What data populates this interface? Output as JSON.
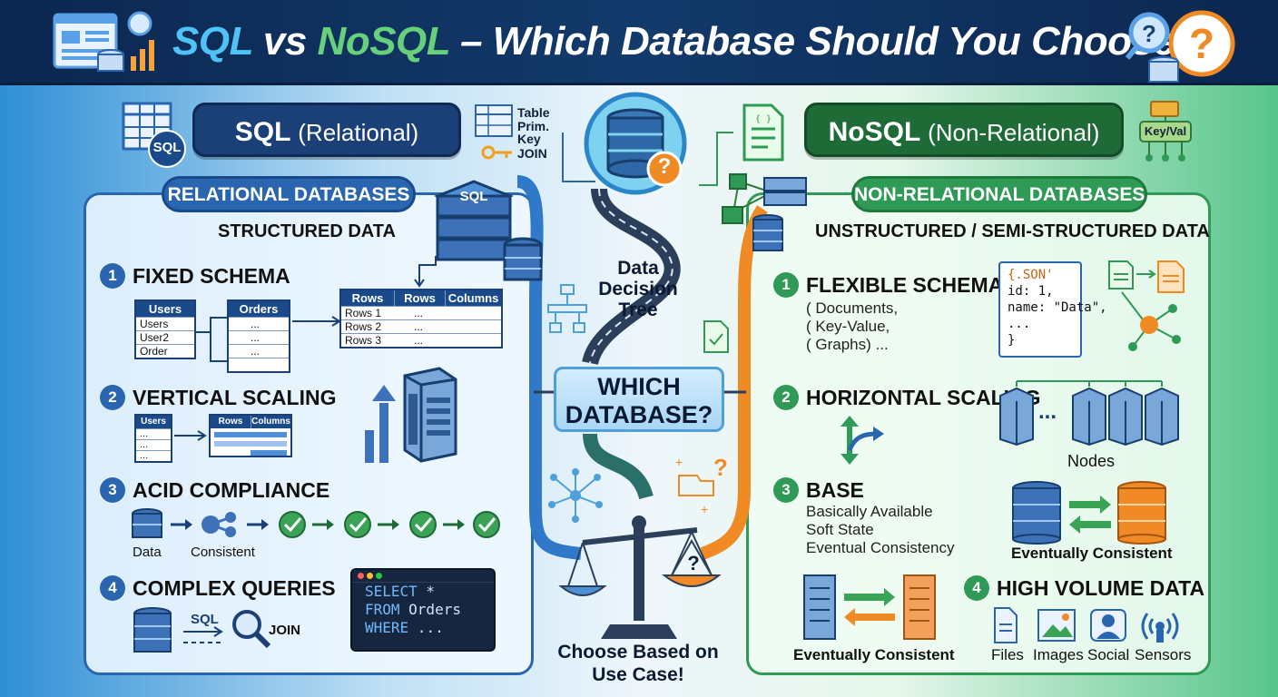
{
  "title": {
    "sql": "SQL",
    "vs": " vs ",
    "nosql": "NoSQL",
    "rest": " – Which Database Should You Choose?"
  },
  "sql_pill": {
    "main": "SQL",
    "sub": "(Relational)"
  },
  "nosql_pill": {
    "main": "NoSQL",
    "sub": "(Non-Relational)"
  },
  "sql_icon_label": "SQL",
  "sql_key_labels": [
    "Table",
    "Prim.",
    "Key",
    "JOIN"
  ],
  "keyval_label": "Key/Val",
  "left": {
    "tag": "RELATIONAL DATABASES",
    "subhead": "STRUCTURED DATA",
    "server_label": "SQL",
    "items": [
      {
        "num": "1",
        "label": "FIXED SCHEMA"
      },
      {
        "num": "2",
        "label": "VERTICAL SCALING"
      },
      {
        "num": "3",
        "label": "ACID COMPLIANCE"
      },
      {
        "num": "4",
        "label": "COMPLEX QUERIES"
      }
    ],
    "users_table": {
      "header": "Users",
      "rows": [
        "Users",
        "User2",
        "Order"
      ]
    },
    "orders_table": {
      "header": "Orders",
      "rows": [
        "...",
        "...",
        "...",
        ""
      ]
    },
    "rows_table": {
      "headers": [
        "Rows",
        "Rows",
        "Columns"
      ],
      "rows": [
        [
          "Rows 1",
          "...",
          ""
        ],
        [
          "Rows 2",
          "...",
          ""
        ],
        [
          "Rows 3",
          "...",
          ""
        ]
      ]
    },
    "small_users": {
      "header": "Users",
      "rows": [
        "...",
        "...",
        "..."
      ]
    },
    "small_rows": {
      "headers": [
        "Rows",
        "Columns"
      ]
    },
    "acid_labels": {
      "data": "Data",
      "consistent": "Consistent"
    },
    "query_labels": {
      "sql": "SQL",
      "join": "JOIN"
    },
    "code": [
      "SELECT *",
      "FROM Orders",
      "WHERE ..."
    ],
    "code_kw": [
      "SELECT",
      "FROM",
      "WHERE"
    ],
    "code_rest": [
      " *",
      " Orders",
      " ..."
    ]
  },
  "center": {
    "decision": "Data Decision Tree",
    "question": "WHICH DATABASE?",
    "choose": "Choose Based on Use Case!",
    "question_mark": "?",
    "scale_mark": "?"
  },
  "right": {
    "tag": "NON-RELATIONAL DATABASES",
    "subhead": "UNSTRUCTURED / SEMI-STRUCTURED DATA",
    "items": [
      {
        "num": "1",
        "label": "FLEXIBLE SCHEMA"
      },
      {
        "num": "2",
        "label": "HORIZONTAL SCALING"
      },
      {
        "num": "3",
        "label": "BASE"
      },
      {
        "num": "4",
        "label": "HIGH VOLUME DATA"
      }
    ],
    "schema_lines": [
      "( Documents,",
      "( Key-Value,",
      "( Graphs) ..."
    ],
    "json_lines": [
      "{.SON'",
      "  id: 1,",
      "  name: \"Data\",",
      "  ...",
      "}"
    ],
    "nodes_label": "Nodes",
    "nodes_dots": "...",
    "base_lines": [
      "Basically Available",
      "Soft State",
      "Eventual Consistency"
    ],
    "eventually_1": "Eventually Consistent",
    "eventually_2": "Eventually Consistent",
    "volume_labels": [
      "Files",
      "Images",
      "Social",
      "Sensors"
    ]
  },
  "colors": {
    "sql_blue": "#1b3f77",
    "nosql_green": "#1f6b37",
    "orange": "#f08a24",
    "check_green": "#3aa356"
  }
}
